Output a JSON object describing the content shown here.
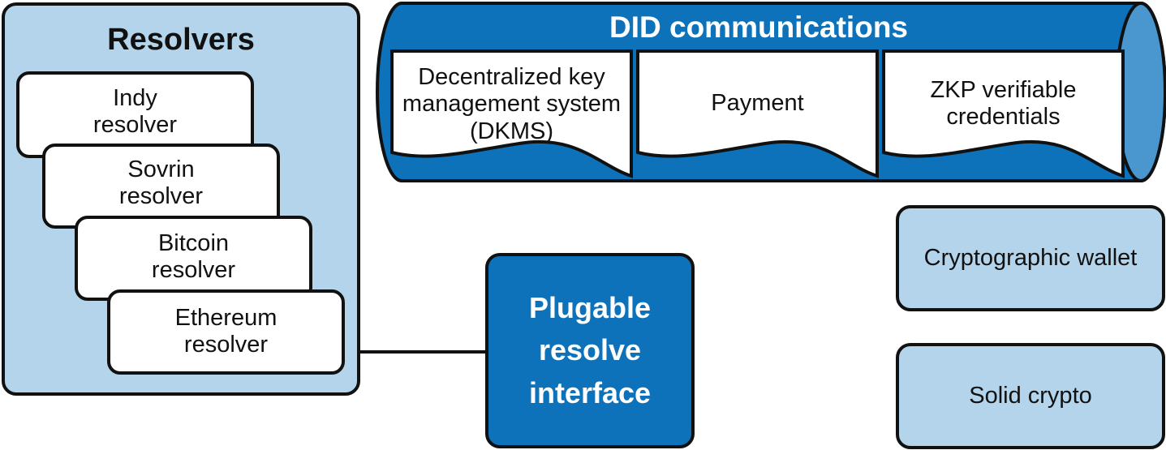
{
  "resolvers": {
    "title": "Resolvers",
    "items": [
      {
        "label": "Indy\nresolver"
      },
      {
        "label": "Sovrin\nresolver"
      },
      {
        "label": "Bitcoin\nresolver"
      },
      {
        "label": "Ethereum\nresolver"
      }
    ]
  },
  "did_communications": {
    "title": "DID communications",
    "documents": [
      {
        "label": "Decentralized key\nmanagement system\n(DKMS)"
      },
      {
        "label": "Payment"
      },
      {
        "label": "ZKP verifiable\ncredentials"
      }
    ]
  },
  "plugable_interface": {
    "label": "Plugable\nresolve\ninterface"
  },
  "cryptographic_wallet": {
    "label": "Cryptographic wallet"
  },
  "solid_crypto": {
    "label": "Solid crypto"
  },
  "colors": {
    "light_blue": "#b3d4ea",
    "dark_blue": "#0d72ba",
    "cylinder_end": "#4a97cf",
    "outline": "#111111",
    "white": "#ffffff"
  }
}
